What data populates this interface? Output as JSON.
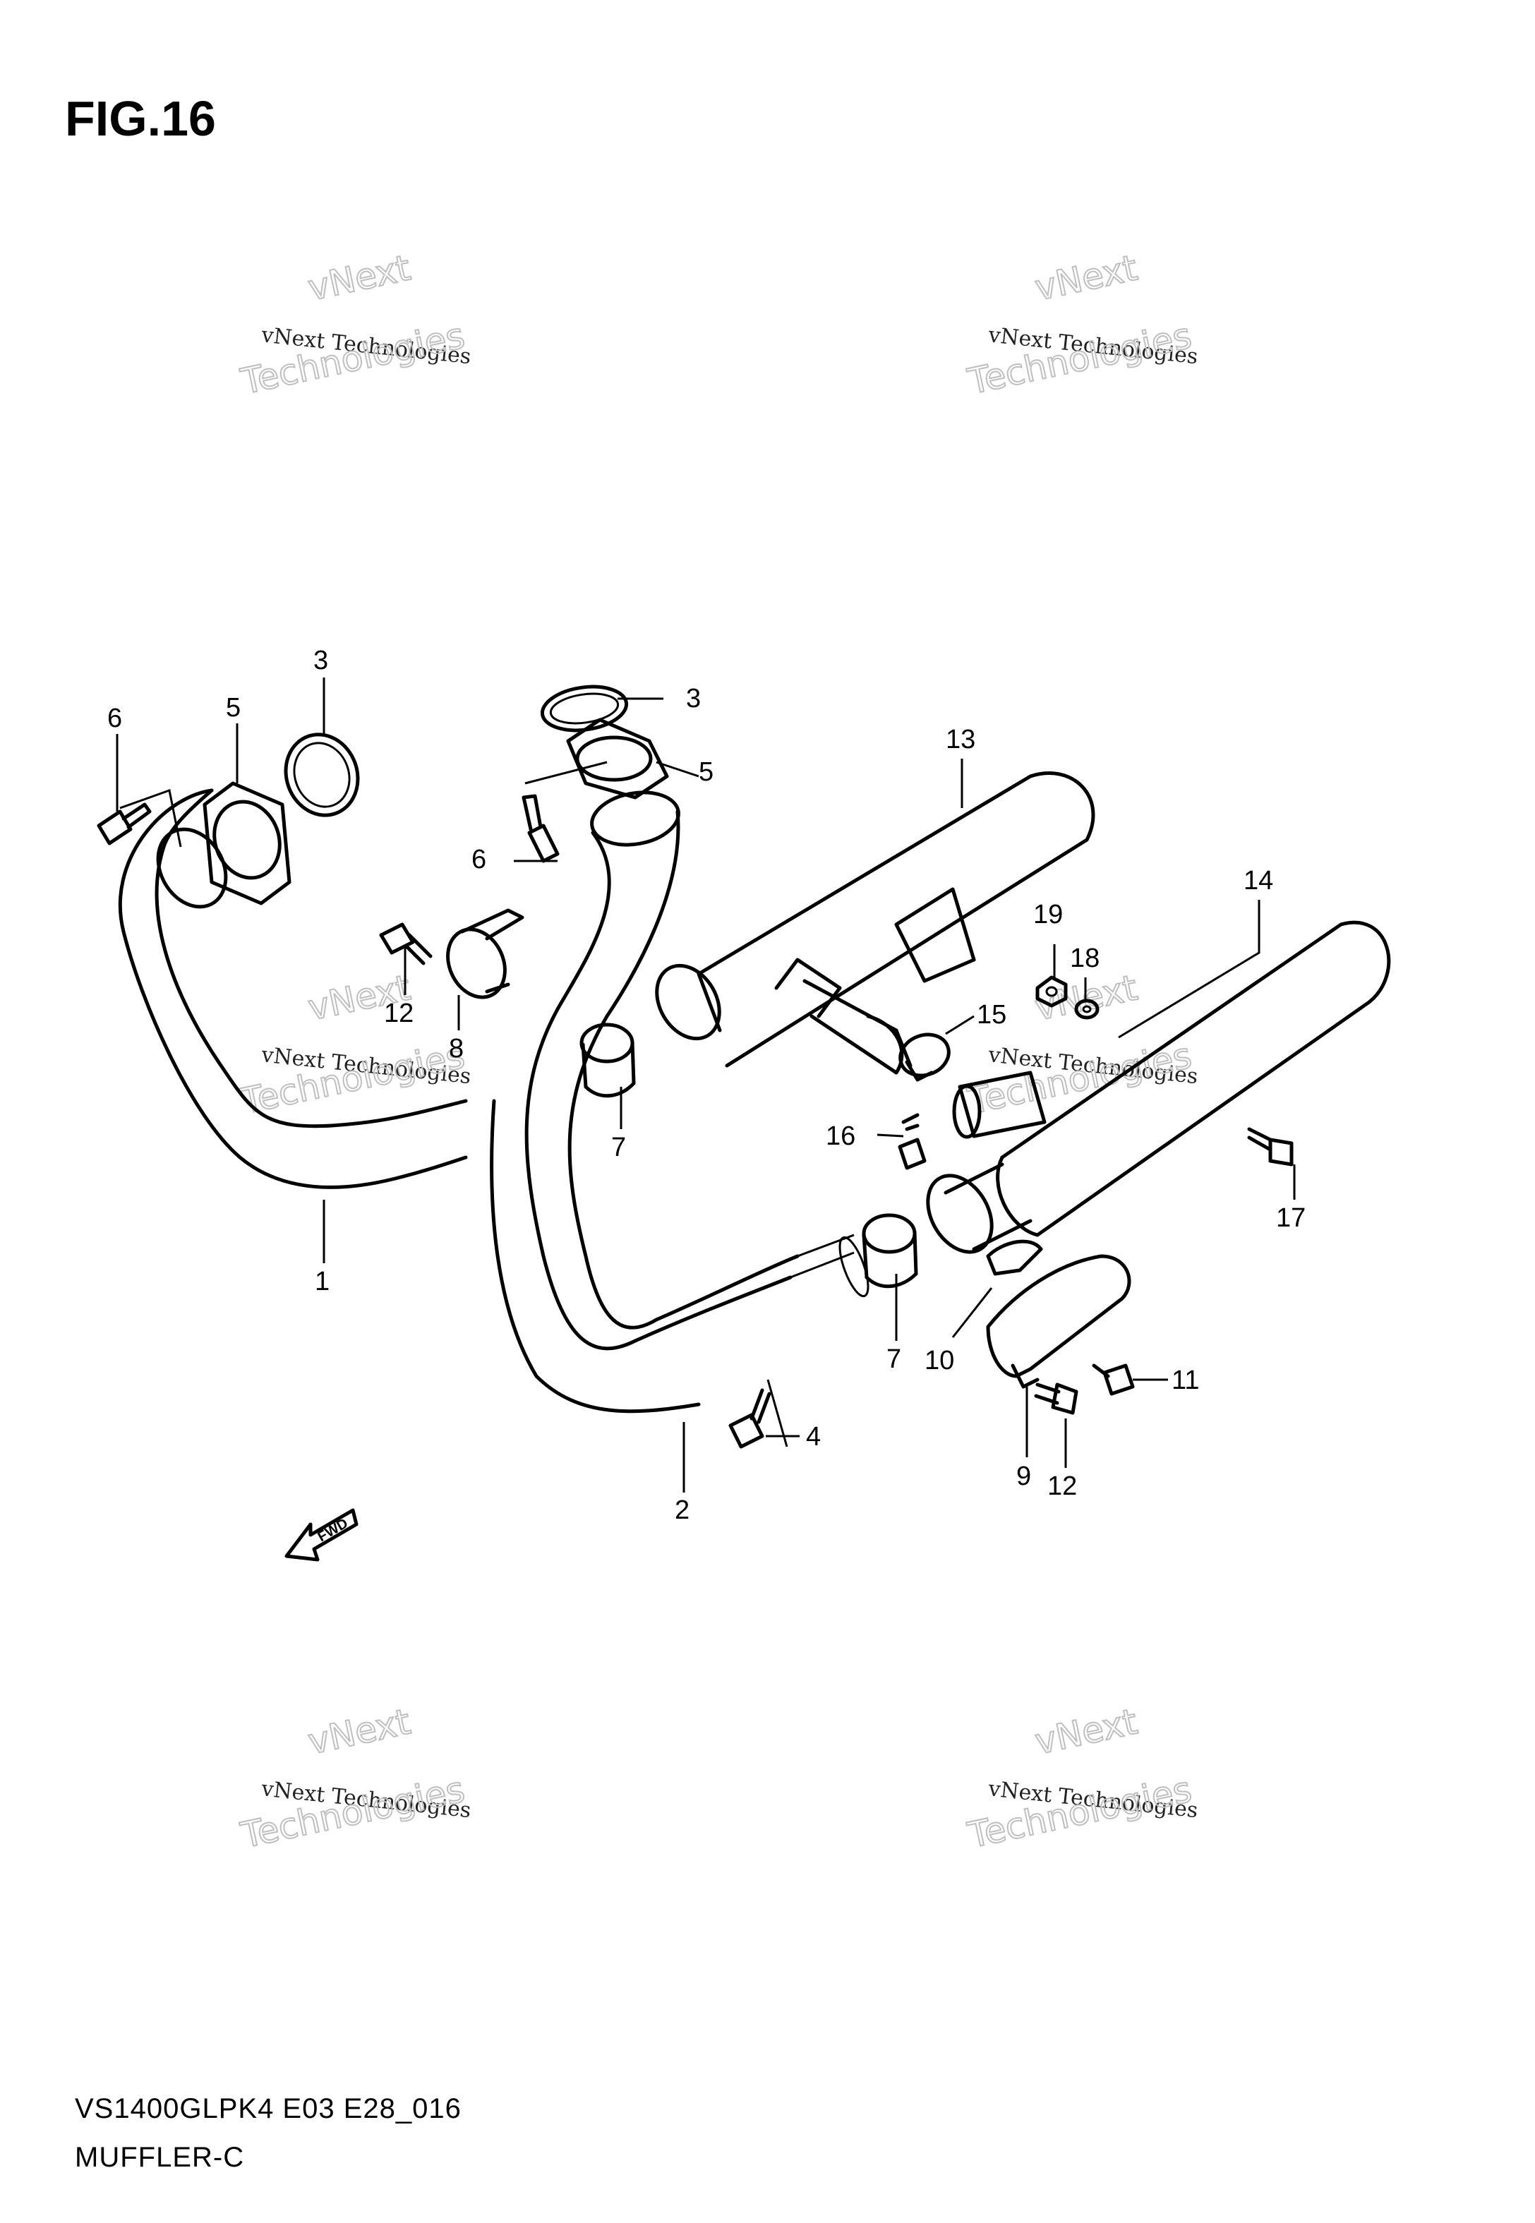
{
  "figure": {
    "title": "FIG.16",
    "model_code": "VS1400GLPK4 E03 E28_016",
    "section_name": "MUFFLER-C"
  },
  "fwd_label": "FWD",
  "watermark": {
    "line1": "vNext Technologies",
    "line2": "vNext",
    "line3": "Technologies"
  },
  "callouts": [
    {
      "id": "c1",
      "label": "1"
    },
    {
      "id": "c2",
      "label": "2"
    },
    {
      "id": "c3a",
      "label": "3"
    },
    {
      "id": "c3b",
      "label": "3"
    },
    {
      "id": "c4",
      "label": "4"
    },
    {
      "id": "c5a",
      "label": "5"
    },
    {
      "id": "c5b",
      "label": "5"
    },
    {
      "id": "c6a",
      "label": "6"
    },
    {
      "id": "c6b",
      "label": "6"
    },
    {
      "id": "c7a",
      "label": "7"
    },
    {
      "id": "c7b",
      "label": "7"
    },
    {
      "id": "c8",
      "label": "8"
    },
    {
      "id": "c9",
      "label": "9"
    },
    {
      "id": "c10",
      "label": "10"
    },
    {
      "id": "c11",
      "label": "11"
    },
    {
      "id": "c12a",
      "label": "12"
    },
    {
      "id": "c12b",
      "label": "12"
    },
    {
      "id": "c13",
      "label": "13"
    },
    {
      "id": "c14",
      "label": "14"
    },
    {
      "id": "c15",
      "label": "15"
    },
    {
      "id": "c16",
      "label": "16"
    },
    {
      "id": "c17",
      "label": "17"
    },
    {
      "id": "c18",
      "label": "18"
    },
    {
      "id": "c19",
      "label": "19"
    }
  ],
  "colors": {
    "line": "#000000",
    "watermark": "#bfbfbf",
    "background": "#ffffff"
  }
}
